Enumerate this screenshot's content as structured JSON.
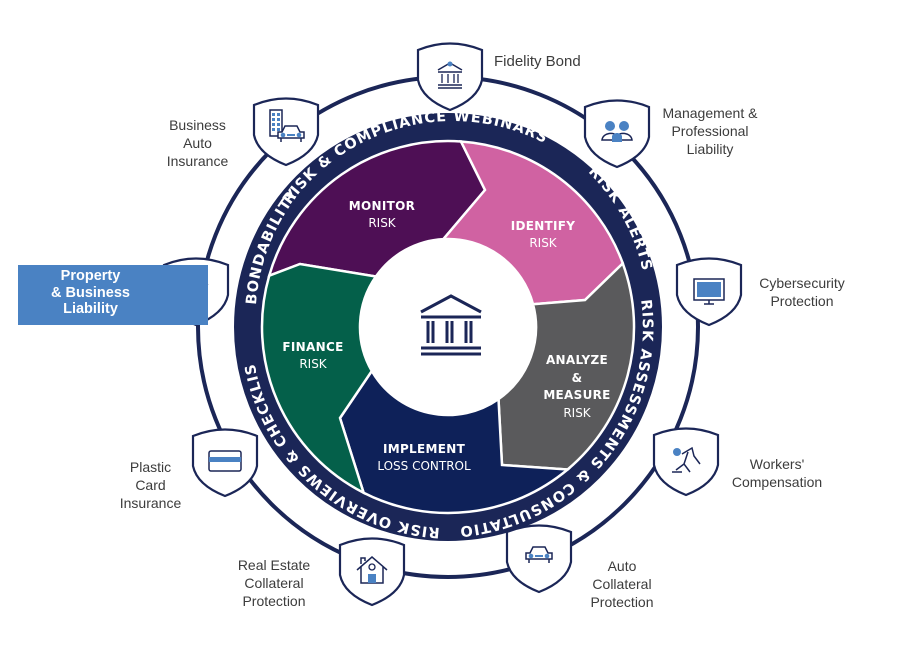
{
  "colors": {
    "navy": "#1b2657",
    "monitor": "#4e0f55",
    "identify": "#d062a2",
    "analyze": "#5a5a5c",
    "implement": "#0e2159",
    "finance": "#04604a",
    "accent_blue": "#4a82c3",
    "label_text": "#3c3c3c"
  },
  "center_icon": "bank-building-icon",
  "cycle": [
    {
      "id": "monitor",
      "title": "MONITOR",
      "subtitle": "RISK"
    },
    {
      "id": "identify",
      "title": "IDENTIFY",
      "subtitle": "RISK"
    },
    {
      "id": "analyze",
      "title_lines": [
        "ANALYZE",
        "&",
        "MEASURE"
      ],
      "subtitle": "RISK"
    },
    {
      "id": "implement",
      "title": "IMPLEMENT",
      "subtitle": "LOSS CONTROL"
    },
    {
      "id": "finance",
      "title": "FINANCE",
      "subtitle": "RISK"
    }
  ],
  "band_labels": {
    "top": "RISK & COMPLIANCE WEBINARS",
    "top_right": "RISK ALERTS",
    "right": "RISK ASSESSMENTS & CONSULTATION",
    "bottom_left": "RISK OVERVIEWS & CHECKLISTS",
    "left": "BONDABILITY"
  },
  "coverages": [
    {
      "id": "fidelity-bond",
      "icon": "bank-dollar-icon",
      "lines": [
        "Fidelity Bond"
      ]
    },
    {
      "id": "management-liability",
      "icon": "people-group-icon",
      "lines": [
        "Management &",
        "Professional",
        "Liability"
      ]
    },
    {
      "id": "cybersecurity",
      "icon": "monitor-icon",
      "lines": [
        "Cybersecurity",
        "Protection"
      ]
    },
    {
      "id": "workers-comp",
      "icon": "person-falling-icon",
      "lines": [
        "Workers'",
        "Compensation"
      ]
    },
    {
      "id": "auto-collateral",
      "icon": "car-icon",
      "lines": [
        "Auto",
        "Collateral",
        "Protection"
      ]
    },
    {
      "id": "real-estate-collateral",
      "icon": "house-icon",
      "lines": [
        "Real Estate",
        "Collateral",
        "Protection"
      ]
    },
    {
      "id": "plastic-card",
      "icon": "credit-card-icon",
      "lines": [
        "Plastic",
        "Card",
        "Insurance"
      ]
    },
    {
      "id": "property-business-liability",
      "icon": "bank-flame-icon",
      "lines": [
        "Property",
        "& Business",
        "Liability"
      ],
      "highlighted": true
    },
    {
      "id": "business-auto",
      "icon": "building-car-icon",
      "lines": [
        "Business",
        "Auto",
        "Insurance"
      ]
    }
  ]
}
